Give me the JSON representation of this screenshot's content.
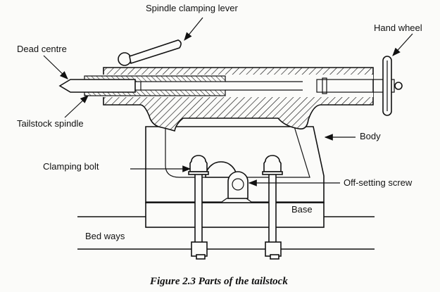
{
  "figure": {
    "caption": "Figure 2.3 Parts of the tailstock",
    "subject": "Lathe tailstock cross-section"
  },
  "labels": {
    "spindle_clamping_lever": "Spindle clamping lever",
    "hand_wheel": "Hand wheel",
    "dead_centre": "Dead centre",
    "tailstock_spindle": "Tailstock spindle",
    "body": "Body",
    "clamping_bolt": "Clamping bolt",
    "off_setting_screw": "Off-setting screw",
    "base": "Base",
    "bed_ways": "Bed ways"
  }
}
